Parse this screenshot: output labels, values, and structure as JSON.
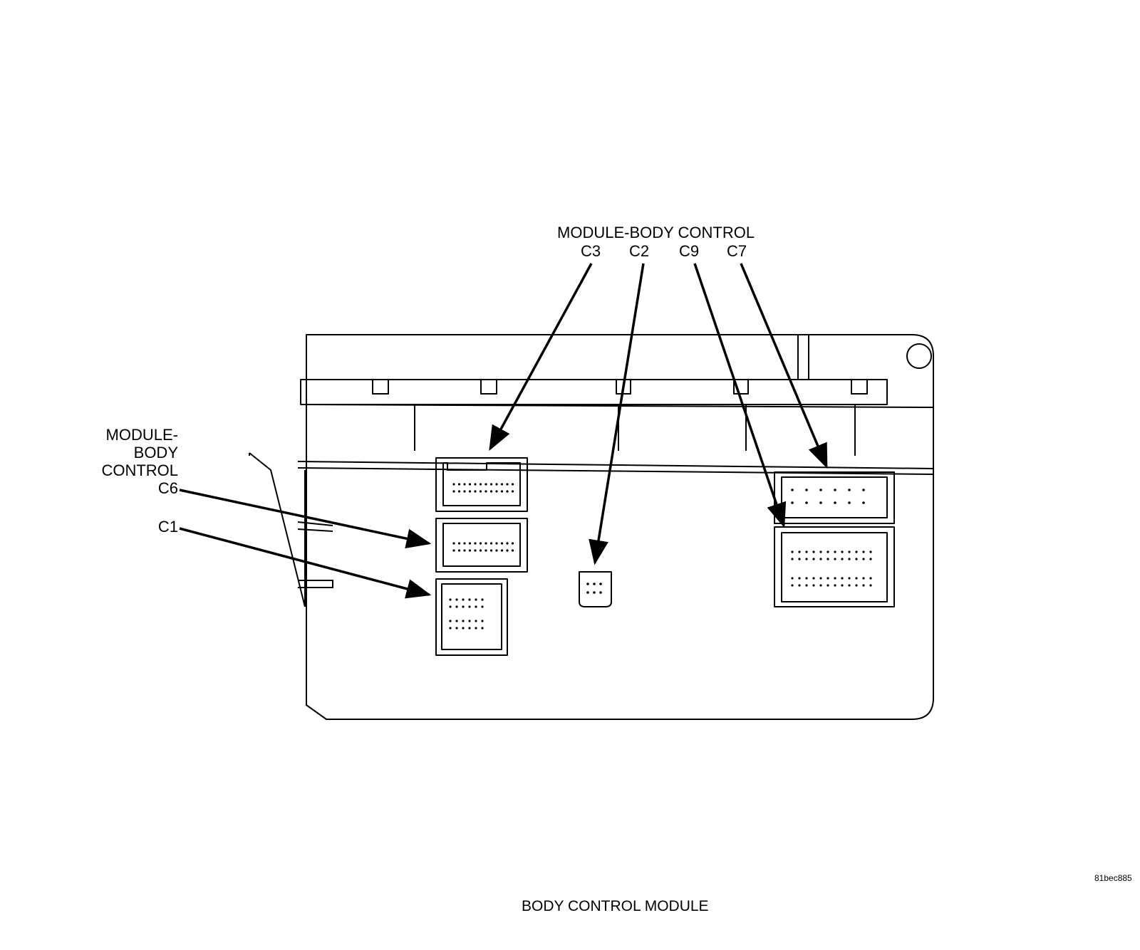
{
  "figure_id": "81bec885",
  "caption": "BODY CONTROL MODULE",
  "top_callout": {
    "title": "MODULE-BODY CONTROL",
    "connectors": [
      "C3",
      "C2",
      "C9",
      "C7"
    ]
  },
  "left_callout": {
    "lines": [
      "MODULE-",
      "BODY",
      "CONTROL",
      "C6"
    ],
    "extra_connector": "C1"
  },
  "colors": {
    "line": "#000000",
    "background": "#ffffff"
  }
}
